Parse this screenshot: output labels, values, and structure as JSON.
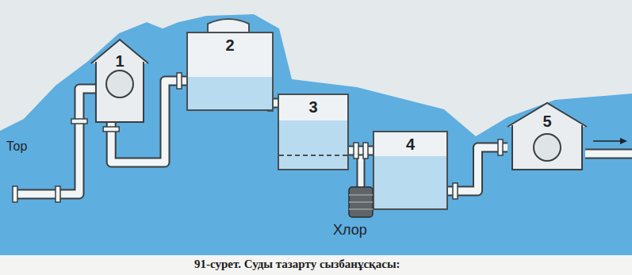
{
  "diagram": {
    "caption": "91-сурет. Суды тазарту сызбанұсқасы:",
    "nodes": [
      {
        "text": [
          "1"
        ]
      },
      {
        "text": [
          "2"
        ]
      },
      {
        "text": [
          "3"
        ]
      },
      {
        "text": [
          "4"
        ]
      },
      {
        "text": [
          "5"
        ]
      }
    ],
    "edges": [
      {
        "from": 0,
        "to": 1,
        "arrow": "none"
      },
      {
        "from": 1,
        "to": 2,
        "arrow": "none"
      },
      {
        "from": 2,
        "to": 3,
        "arrow": "none"
      },
      {
        "from": 3,
        "to": 4,
        "arrow": "none"
      }
    ],
    "labels": [
      "Тор",
      "Хлор"
    ]
  }
}
